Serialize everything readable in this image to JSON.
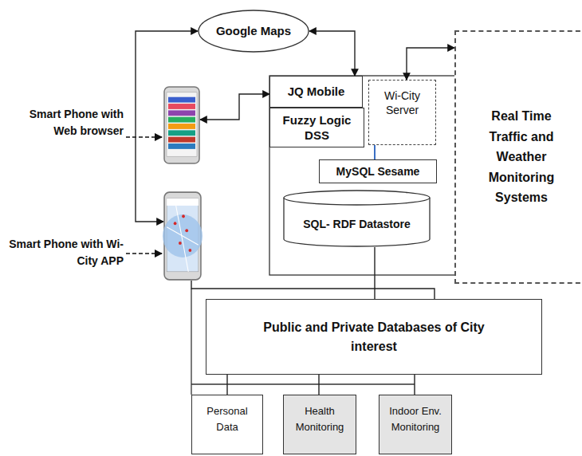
{
  "diagram": {
    "nodes": [
      {
        "text": [
          "Google Maps"
        ]
      },
      {
        "text": [
          "Smart Phone with Web browser"
        ]
      },
      {
        "text": [
          "JQ Mobile"
        ]
      },
      {
        "text": [
          "Wi-City Server"
        ]
      },
      {
        "text": [
          "Fuzzy Logic DSS"
        ]
      },
      {
        "text": [
          "MySQL Sesame"
        ]
      },
      {
        "text": [
          "SQL- RDF Datastore"
        ]
      },
      {
        "text": [
          "Real Time Traffic and Weather Monitoring Systems"
        ]
      },
      {
        "text": [
          "Smart Phone with Wi-City APP"
        ]
      },
      {
        "text": [
          "Public and Private Databases of City interest"
        ]
      },
      {
        "text": [
          "Personal Data"
        ]
      },
      {
        "text": [
          "Health Monitoring"
        ]
      },
      {
        "text": [
          "Indoor Env. Monitoring"
        ]
      }
    ],
    "edges": [
      {
        "from": 0,
        "to": 8,
        "arrow": "both"
      },
      {
        "from": 0,
        "to": 2,
        "arrow": "both"
      },
      {
        "from": 1,
        "to": 2,
        "arrow": "both"
      },
      {
        "from": 3,
        "to": 7,
        "arrow": "both"
      },
      {
        "from": 3,
        "to": 5,
        "arrow": "none"
      },
      {
        "from": 8,
        "to": 9,
        "arrow": "none"
      },
      {
        "from": 6,
        "to": 9,
        "arrow": "none"
      },
      {
        "from": 9,
        "to": 10,
        "arrow": "none"
      },
      {
        "from": 9,
        "to": 11,
        "arrow": "none"
      },
      {
        "from": 9,
        "to": 12,
        "arrow": "none"
      }
    ]
  }
}
